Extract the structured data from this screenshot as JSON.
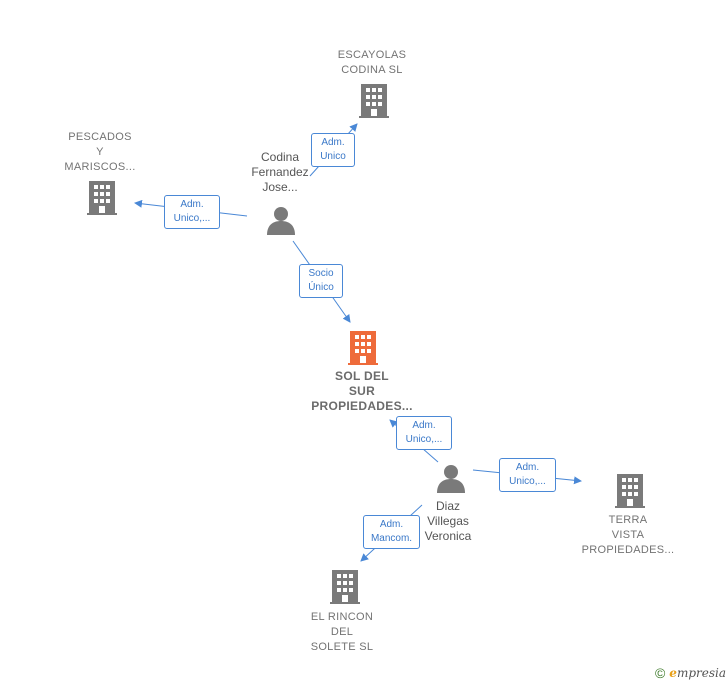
{
  "colors": {
    "edge": "#4a88d6",
    "company": "#7a7a7a",
    "main_company": "#ee6b3b",
    "person": "#7a7a7a",
    "label_text": "#737373",
    "relation_text": "#3a78c8"
  },
  "nodes": {
    "escayolas": {
      "label_line1": "ESCAYOLAS",
      "label_line2": "CODINA  SL",
      "icon": "building-icon"
    },
    "pescados": {
      "label_line1": "PESCADOS",
      "label_line2": "Y",
      "label_line3": "MARISCOS...",
      "icon": "building-icon"
    },
    "codina_person": {
      "label_line1": "Codina",
      "label_line2": "Fernandez",
      "label_line3": "Jose...",
      "icon": "person-icon"
    },
    "sol_del_sur": {
      "label_line1": "SOL DEL",
      "label_line2": "SUR",
      "label_line3": "PROPIEDADES...",
      "icon": "building-icon"
    },
    "diaz_person": {
      "label_line1": "Diaz",
      "label_line2": "Villegas",
      "label_line3": "Veronica",
      "icon": "person-icon"
    },
    "terra_vista": {
      "label_line1": "TERRA",
      "label_line2": "VISTA",
      "label_line3": "PROPIEDADES...",
      "icon": "building-icon"
    },
    "el_rincon": {
      "label_line1": "EL RINCON",
      "label_line2": "DEL",
      "label_line3": "SOLETE  SL",
      "icon": "building-icon"
    }
  },
  "relations": {
    "codina_to_escayolas": {
      "line1": "Adm.",
      "line2": "Unico"
    },
    "codina_to_pescados": {
      "line1": "Adm.",
      "line2": "Unico,..."
    },
    "codina_to_sol": {
      "line1": "Socio",
      "line2": "Único"
    },
    "diaz_to_sol": {
      "line1": "Adm.",
      "line2": "Unico,..."
    },
    "diaz_to_terra": {
      "line1": "Adm.",
      "line2": "Unico,..."
    },
    "diaz_to_rincon": {
      "line1": "Adm.",
      "line2": "Mancom."
    }
  },
  "footer": {
    "copyright_symbol": "©",
    "brand_initial": "e",
    "brand_rest": "mpresia"
  }
}
